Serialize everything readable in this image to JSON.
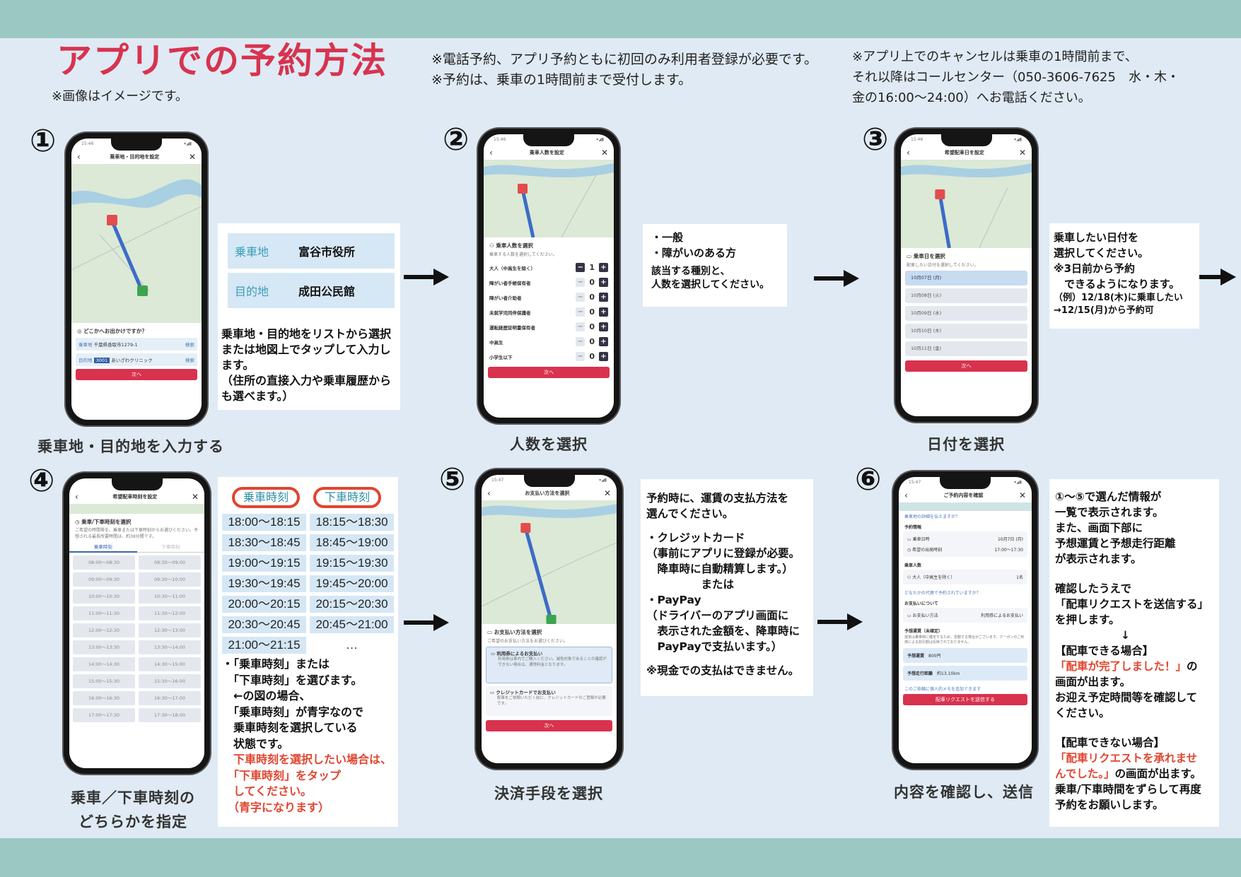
{
  "header": {
    "title": "アプリでの予約方法",
    "image_note": "※画像はイメージです。",
    "notes_center": [
      "※電話予約、アプリ予約ともに初回のみ利用者登録が必要です。",
      "※予約は、乗車の1時間前まで受付します。"
    ],
    "notes_right": [
      "※アプリ上でのキャンセルは乗車の1時間前まで、",
      "それ以降はコールセンター（050-3606-7625　水・木・",
      "金の16:00～24:00）へお電話ください。"
    ]
  },
  "steps": [
    {
      "number": "①",
      "label": "乗車地・目的地を入力する",
      "box": {
        "pickup_label": "乗車地",
        "pickup_value": "富谷市役所",
        "dest_label": "目的地",
        "dest_value": "成田公民館",
        "text": [
          "乗車地・目的地をリストから選択",
          "または地図上でタップして入力し",
          "ます。",
          "（住所の直接入力や乗車履歴から",
          "も選べます。）"
        ]
      },
      "phone": {
        "time": "15:46",
        "header": "乗車地・目的地を設定",
        "question": "どこかへお出かけですか？",
        "pickup_label": "乗車地",
        "pickup_value": "千葉県香取市1279-1",
        "search1": "検索",
        "dest_label": "目的地",
        "dest_code": "3001",
        "dest_value": "あいざわクリニック",
        "search2": "検索",
        "next": "次へ"
      }
    },
    {
      "number": "②",
      "label": "人数を選択",
      "box": {
        "bullets": [
          "・一般",
          "・障がいのある方"
        ],
        "text": [
          "該当する種別と、",
          "人数を選択してください。"
        ]
      },
      "phone": {
        "time": "15:46",
        "header": "乗車人数を設定",
        "section": "乗車人数を選択",
        "sub": "乗車する人数を選択してください。",
        "rows": [
          {
            "label": "大人（中高生を除く）",
            "count": "1"
          },
          {
            "label": "障がい者手帳保有者",
            "count": "0"
          },
          {
            "label": "障がい者介助者",
            "count": "0"
          },
          {
            "label": "未就学児同伴保護者",
            "count": "0"
          },
          {
            "label": "運転経歴証明書保有者",
            "count": "0"
          },
          {
            "label": "中高生",
            "count": "0"
          },
          {
            "label": "小学生以下",
            "count": "0"
          }
        ],
        "next": "次へ"
      }
    },
    {
      "number": "③",
      "label": "日付を選択",
      "box": {
        "text": [
          "乗車したい日付を",
          "選択してください。",
          "※3日前から予約",
          "　できるようになります。"
        ],
        "example": [
          "（例）12/18(木)に乗車したい",
          "→12/15(月)から予約可"
        ]
      },
      "phone": {
        "time": "15:46",
        "header": "希望配車日を設定",
        "section": "乗車日を選択",
        "sub": "配車したい日付を選択してください。",
        "dates": [
          "10月07日 (月)",
          "10月08日 (火)",
          "10月09日 (水)",
          "10月10日 (木)",
          "10月11日 (金)"
        ],
        "next": "次へ"
      }
    },
    {
      "number": "④",
      "label": [
        "乗車／下車時刻の",
        "どちらかを指定"
      ],
      "box": {
        "tab_pickup": "乗車時刻",
        "tab_dropoff": "下車時刻",
        "times": [
          "18:00～18:15",
          "18:15～18:30",
          "18:30～18:45",
          "18:45～19:00",
          "19:00～19:15",
          "19:15～19:30",
          "19:30～19:45",
          "19:45～20:00",
          "20:00～20:15",
          "20:15～20:30",
          "20:30～20:45",
          "20:45～21:00",
          "21:00～21:15",
          "…"
        ],
        "text": [
          "・「乗車時刻」または",
          "　「下車時刻」を選びます。",
          "　←の図の場合、",
          "　「乗車時刻」が青字なので",
          "　乗車時刻を選択している",
          "　状態です。"
        ],
        "red_text": [
          "　下車時刻を選択したい場合は、",
          "　「下車時刻」をタップ",
          "　してください。",
          "　（青字になります）"
        ]
      },
      "phone": {
        "header": "希望配車時刻を設定",
        "section": "乗車/下車時刻を選択",
        "sub": "ご希望の時間帯を、乗車または下車時刻からお選びください。予想される最長所要時間は、約38分間です。",
        "tab_pickup": "乗車時刻",
        "tab_dropoff": "下車時刻",
        "slots": [
          "08:00〜08:30",
          "08:30〜09:00",
          "09:00〜09:30",
          "09:30〜10:00",
          "10:00〜10:30",
          "10:30〜11:00",
          "11:00〜11:30",
          "11:30〜12:00",
          "12:00〜12:30",
          "12:30〜13:00",
          "13:00〜13:30",
          "13:30〜14:00",
          "14:00〜14:30",
          "14:30〜15:00",
          "15:00〜15:30",
          "15:30〜16:00",
          "16:00〜16:30",
          "16:30〜17:00",
          "17:00〜17:30",
          "17:30〜18:00"
        ]
      }
    },
    {
      "number": "⑤",
      "label": "決済手段を選択",
      "box": {
        "text": [
          "予約時に、運賃の支払方法を",
          "選んでください。",
          "",
          "・クレジットカード",
          "（事前にアプリに登録が必要。",
          "　降車時に自動精算します。）",
          "　　　　　または",
          "・PayPay",
          "（ドライバーのアプリ画面に",
          "　表示された金額を、降車時に",
          "　PayPayで支払います。）",
          "",
          "※現金での支払はできません。"
        ]
      },
      "phone": {
        "time": "15:47",
        "header": "お支払い方法を選択",
        "section": "お支払い方法を選択",
        "sub": "ご希望のお支払い方法をお選びください。",
        "opt1_title": "利用券によるお支払い",
        "opt1_desc": "利用券は車内でご購入ください。減免対象であることの確認ができない場合は、通常料金となります。",
        "opt2_title": "クレジットカードでお支払い",
        "opt2_desc": "配車をご依頼いただく前に、クレジットカードのご登録が必要です。",
        "next": "次へ"
      }
    },
    {
      "number": "⑥",
      "label": "内容を確認し、送信",
      "box": {
        "text1": [
          "①～⑤で選んだ情報が",
          "一覧で表示されます。",
          "また、画面下部に",
          "予想運賃と予想走行距離",
          "が表示されます。",
          "",
          "確認したうえで",
          "「配車リクエストを送信する」",
          "を押します。",
          "　　　　　　↓",
          "【配車できる場合】"
        ],
        "red1": "「配車が完了しました！」",
        "after_red1": "の",
        "text2": [
          "画面が出ます。",
          "お迎え予定時間等を確認して",
          "ください。",
          "",
          "【配車できない場合】"
        ],
        "red2": [
          "「配車リクエストを承れませ",
          "んでした。」"
        ],
        "after_red2": "の画面が出ます。",
        "text3": [
          "乗車/下車時間をずらして再度",
          "予約をお願いします。"
        ]
      },
      "phone": {
        "time": "15:47",
        "header": "ご予約内容を確認",
        "link1": "乗車地の詳細を伝えますか？",
        "sec1": "予約情報",
        "date_label": "乗車日時",
        "date_value": "10月7日 (月)",
        "time_label": "希望の出発時刻",
        "time_value": "17:00〜17:30",
        "sec2": "乗車人数",
        "pax_label": "大人（中高生を除く）",
        "pax_value": "1名",
        "link2": "どなたかの代理で予約されていますか？",
        "sec3": "お支払いについて",
        "pay_label": "お支払い方法",
        "pay_value": "利用券によるお支払い",
        "sec4": "予想運賃（未確定）",
        "fare_note": "運賃は乗車時に確定するため、変動する場合がございます。クーポンのご利用による割引額は反映されておりません。",
        "fare_label": "予想運賃",
        "fare_value": "800円",
        "dist_label": "予想走行距離",
        "dist_value": "約13.10km",
        "link3": "このご依頼に個人的メモを追加できます",
        "submit": "配車リクエストを送信する"
      }
    }
  ],
  "colors": {
    "band": "#9cc8c4",
    "background": "#dfeaf4",
    "title": "#d7334f",
    "accent_red": "#e0452f",
    "app_button": "#d8324e"
  }
}
